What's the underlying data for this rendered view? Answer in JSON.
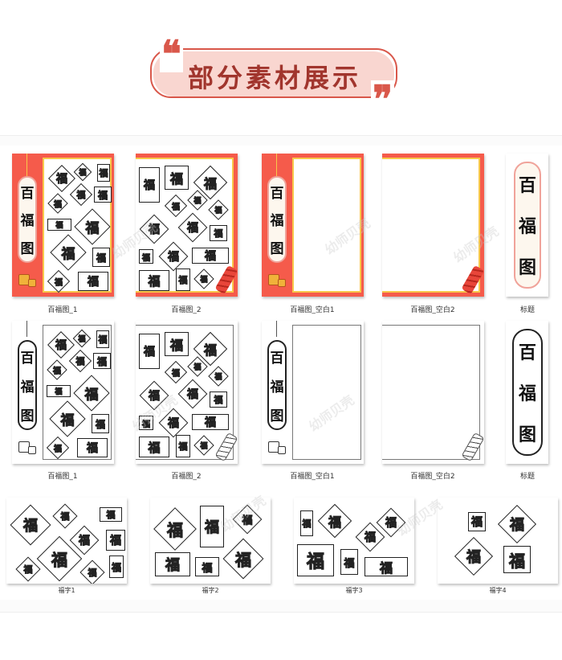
{
  "header": {
    "title": "部分素材展示",
    "open_quote": "❝",
    "close_quote": "❞",
    "accent_color": "#d9574a",
    "fill_color": "#f9d6d0",
    "text_color": "#a1352d"
  },
  "gallery": {
    "row1": [
      {
        "caption": "百福图_1",
        "type": "color-with-scroll"
      },
      {
        "caption": "百福图_2",
        "type": "color-full"
      },
      {
        "caption": "百福图_空白1",
        "type": "color-blank-scroll"
      },
      {
        "caption": "百福图_空白2",
        "type": "color-blank"
      },
      {
        "caption": "标题",
        "type": "color-title"
      }
    ],
    "row2": [
      {
        "caption": "百福图_1",
        "type": "bw-with-scroll"
      },
      {
        "caption": "百福图_2",
        "type": "bw-full"
      },
      {
        "caption": "百福图_空白1",
        "type": "bw-blank-scroll"
      },
      {
        "caption": "百福图_空白2",
        "type": "bw-blank"
      },
      {
        "caption": "标题",
        "type": "bw-title"
      }
    ],
    "row3": [
      {
        "caption": "福字1"
      },
      {
        "caption": "福字2"
      },
      {
        "caption": "福字3"
      },
      {
        "caption": "福字4"
      }
    ],
    "scroll_chars": [
      "百",
      "福",
      "图"
    ],
    "fu_char": "福",
    "fu_cursive": "福",
    "watermark_text": "幼师贝壳"
  },
  "colors": {
    "frame_red": "#f55b4b",
    "frame_gold": "#f8c84a",
    "scroll_bg": "#fdf7ee"
  }
}
